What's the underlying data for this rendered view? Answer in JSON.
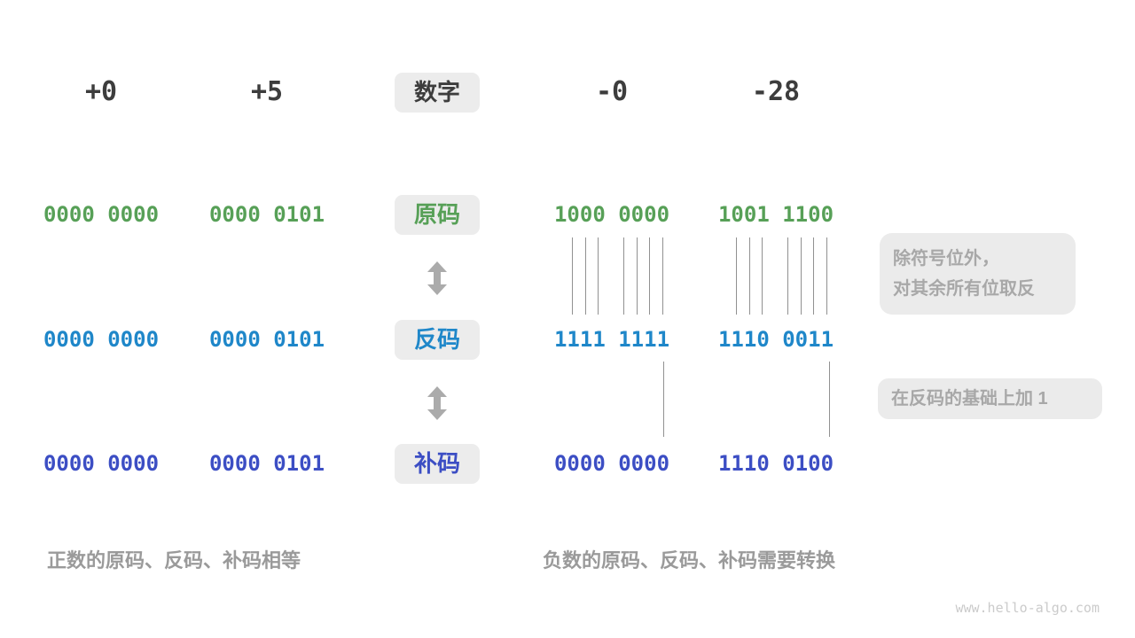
{
  "diagram": {
    "title_row": {
      "label": "数字",
      "values": [
        "+0",
        "+5",
        "-0",
        "-28"
      ]
    },
    "rows": [
      {
        "id": "sign-magnitude",
        "label": "原码",
        "color": "#57a057",
        "values": [
          "0000 0000",
          "0000 0101",
          "1000 0000",
          "1001 1100"
        ]
      },
      {
        "id": "ones-complement",
        "label": "反码",
        "color": "#1f87c9",
        "values": [
          "0000 0000",
          "0000 0101",
          "1111 1111",
          "1110 0011"
        ]
      },
      {
        "id": "twos-complement",
        "label": "补码",
        "color": "#3c4ec4",
        "values": [
          "0000 0000",
          "0000 0101",
          "0000 0000",
          "1110 0100"
        ]
      }
    ],
    "annotations": {
      "invert_note_line1": "除符号位外，",
      "invert_note_line2": "对其余所有位取反",
      "add_one_note": "在反码的基础上加 1"
    },
    "captions": {
      "positive": "正数的原码、反码、补码相等",
      "negative": "负数的原码、反码、补码需要转换"
    },
    "icons": {
      "transform_arrow": "double-vertical-arrow"
    },
    "colors": {
      "header_text": "#3d3d3d",
      "pill_background": "#ececec",
      "note_background": "#ebebeb",
      "note_text": "#a8a8a8",
      "caption_text": "#9a9a9a",
      "arrow": "#ababab",
      "bit_line": "#919191",
      "watermark": "#cbcbcb"
    },
    "watermark": "www.hello-algo.com"
  }
}
